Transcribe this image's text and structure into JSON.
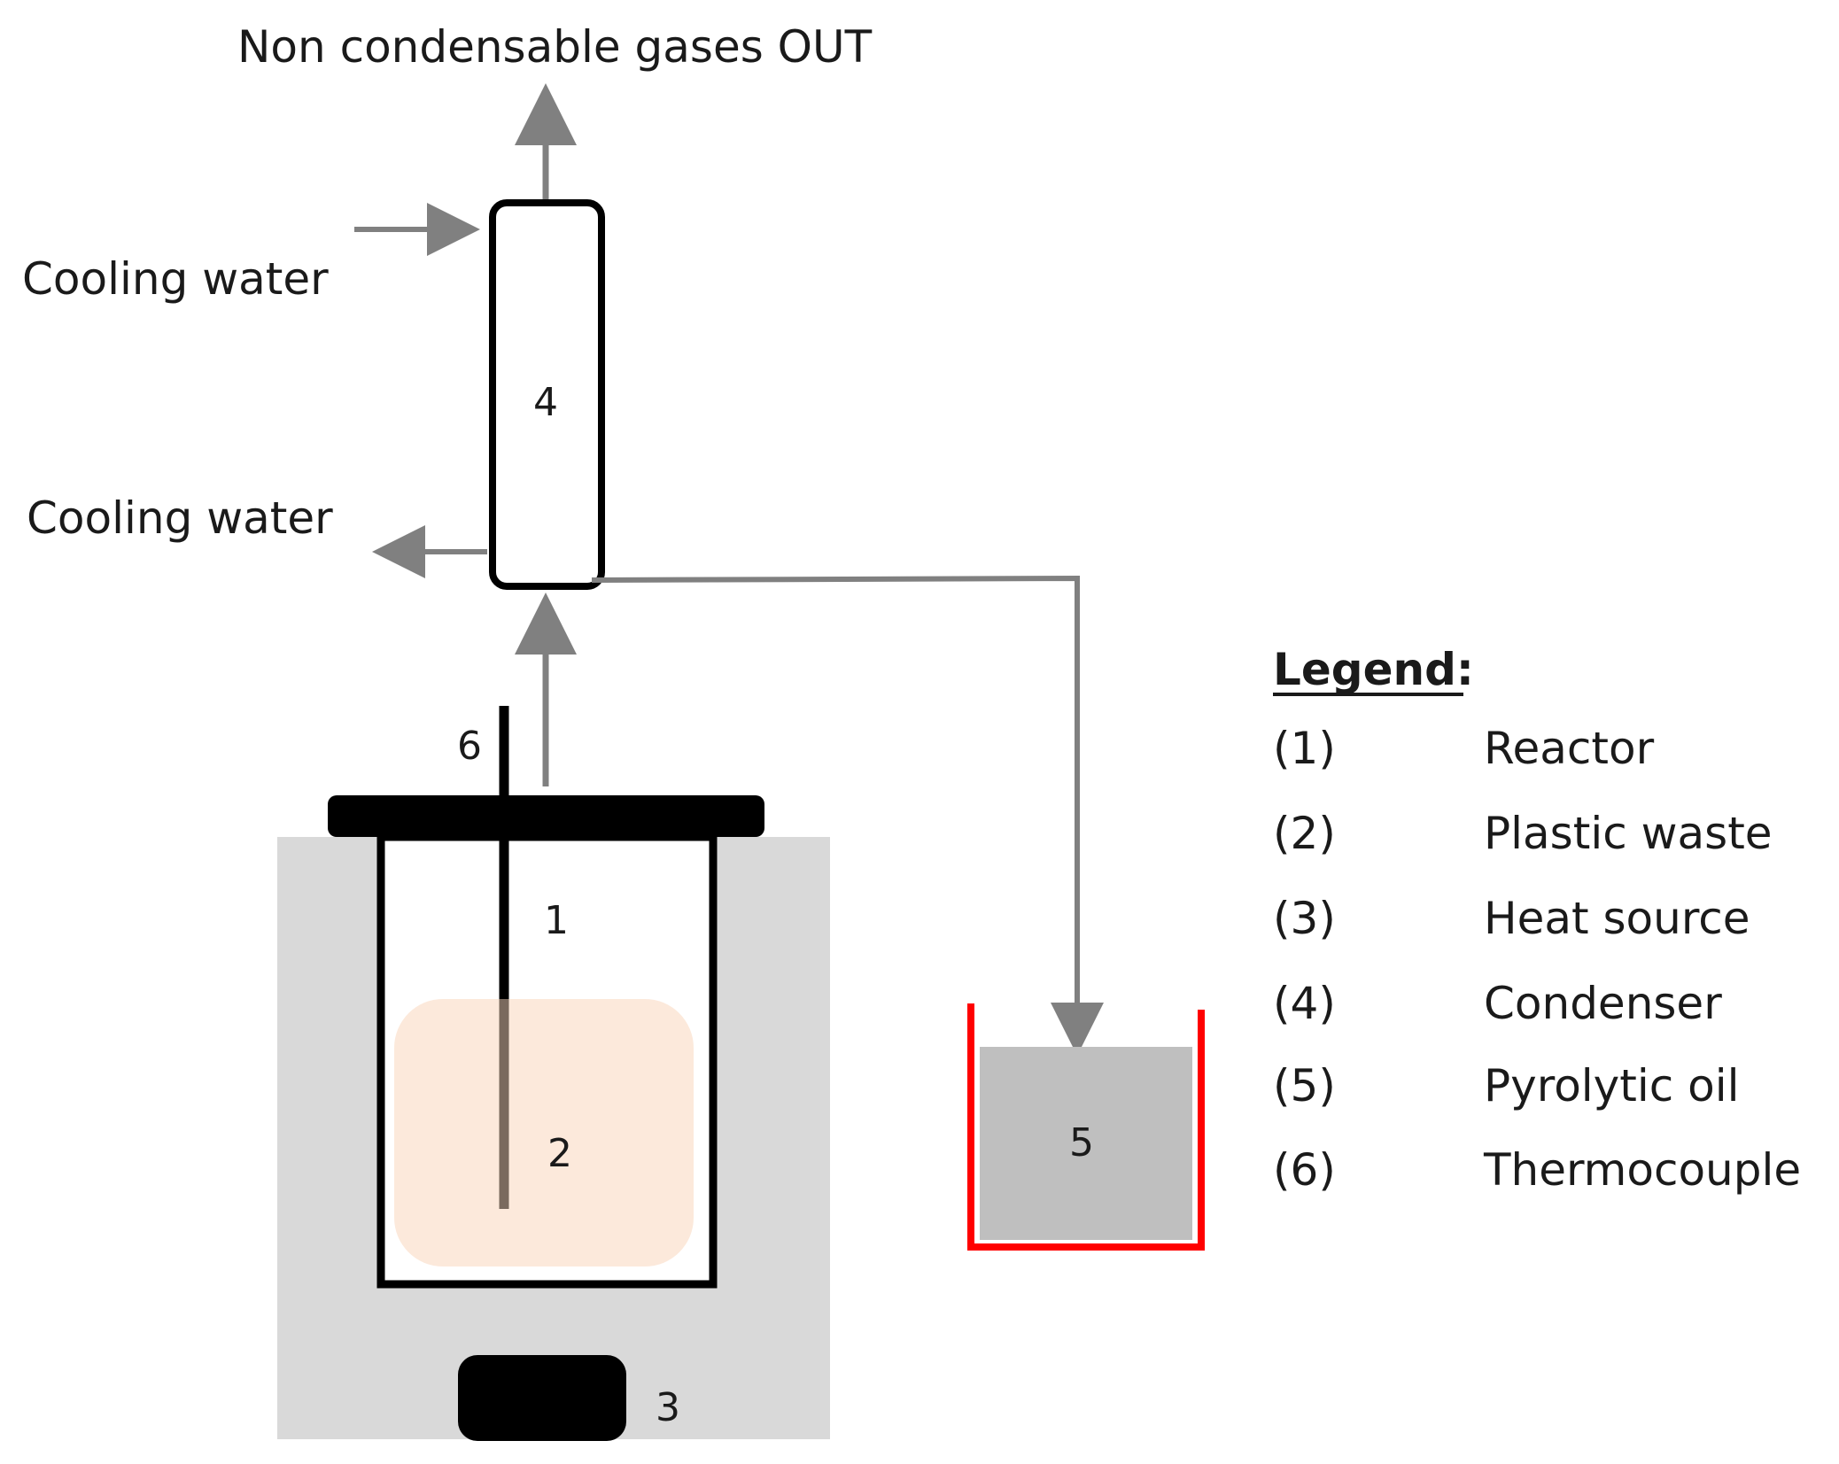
{
  "labels": {
    "gas_out": "Non condensable gases OUT",
    "cooling_in": "Cooling water",
    "cooling_out": "Cooling water",
    "n1": "1",
    "n2": "2",
    "n3": "3",
    "n4": "4",
    "n5": "5",
    "n6": "6"
  },
  "legend": {
    "title": "Legend:",
    "items": [
      {
        "key": "(1)",
        "text": "Reactor"
      },
      {
        "key": "(2)",
        "text": "Plastic waste"
      },
      {
        "key": "(3)",
        "text": "Heat source"
      },
      {
        "key": "(4)",
        "text": "Condenser"
      },
      {
        "key": "(5)",
        "text": "Pyrolytic oil"
      },
      {
        "key": "(6)",
        "text": "Thermocouple"
      }
    ]
  },
  "colors": {
    "arrow": "#808080",
    "outline": "#000000",
    "furnace": "#d9d9d9",
    "plastic": "#fce9db",
    "oil": "#bfbfbf",
    "vessel": "#ff0000"
  }
}
